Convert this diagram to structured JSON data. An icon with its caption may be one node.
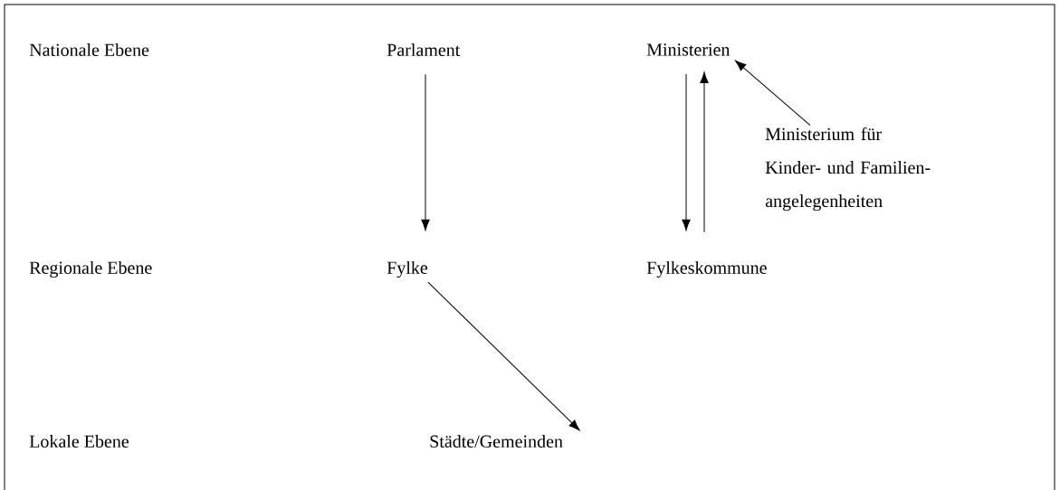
{
  "diagram": {
    "nodes": [
      {
        "text": [
          "Parlament"
        ]
      },
      {
        "text": [
          "Ministerien"
        ]
      },
      {
        "text": [
          "Ministerium für Kinder- und Familien- angelegenheiten"
        ]
      },
      {
        "text": [
          "Fylke"
        ]
      },
      {
        "text": [
          "Fylkeskommune"
        ]
      },
      {
        "text": [
          "Städte/Gemeinden"
        ]
      }
    ],
    "edges": [
      {
        "from": 0,
        "to": 3,
        "arrow": "to"
      },
      {
        "from": 1,
        "to": 4,
        "arrow": "to"
      },
      {
        "from": 4,
        "to": 1,
        "arrow": "to"
      },
      {
        "from": 2,
        "to": 1,
        "arrow": "to"
      },
      {
        "from": 3,
        "to": 5,
        "arrow": "to"
      }
    ],
    "labels": [
      "Nationale Ebene",
      "Regionale Ebene",
      "Lokale Ebene"
    ]
  }
}
